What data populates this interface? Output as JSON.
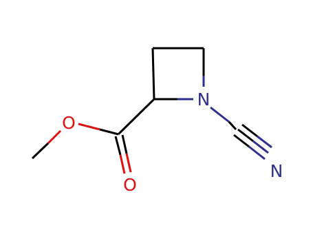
{
  "molecule": {
    "atoms": {
      "n_ring": "N",
      "n_nitrile": "N",
      "o_ether": "O",
      "o_carbonyl": "O"
    },
    "colors": {
      "carbon_bond": "#000000",
      "nitrogen": "#2e2e8e",
      "oxygen": "#e01010",
      "background": "#ffffff"
    }
  }
}
